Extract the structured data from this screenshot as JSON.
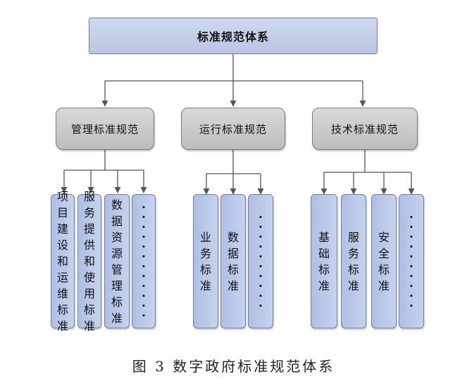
{
  "root": {
    "label": "标准规范体系"
  },
  "categories": [
    {
      "label": "管理标准规范",
      "children": [
        "项目建设和运维标准",
        "服务提供和使用标准",
        "数据资源管理标准",
        "……"
      ]
    },
    {
      "label": "运行标准规范",
      "children": [
        "业务标准",
        "数据标准",
        "……"
      ]
    },
    {
      "label": "技术标准规范",
      "children": [
        "基础标准",
        "服务标准",
        "安全标准",
        "……"
      ]
    }
  ],
  "caption": {
    "label": "图 3  数字政府标准规范体系"
  },
  "colors": {
    "root_fill": "#c3cfe9",
    "category_fill": "#cccccc",
    "leaf_fill": "#b8c8e9",
    "connector": "#555555"
  }
}
